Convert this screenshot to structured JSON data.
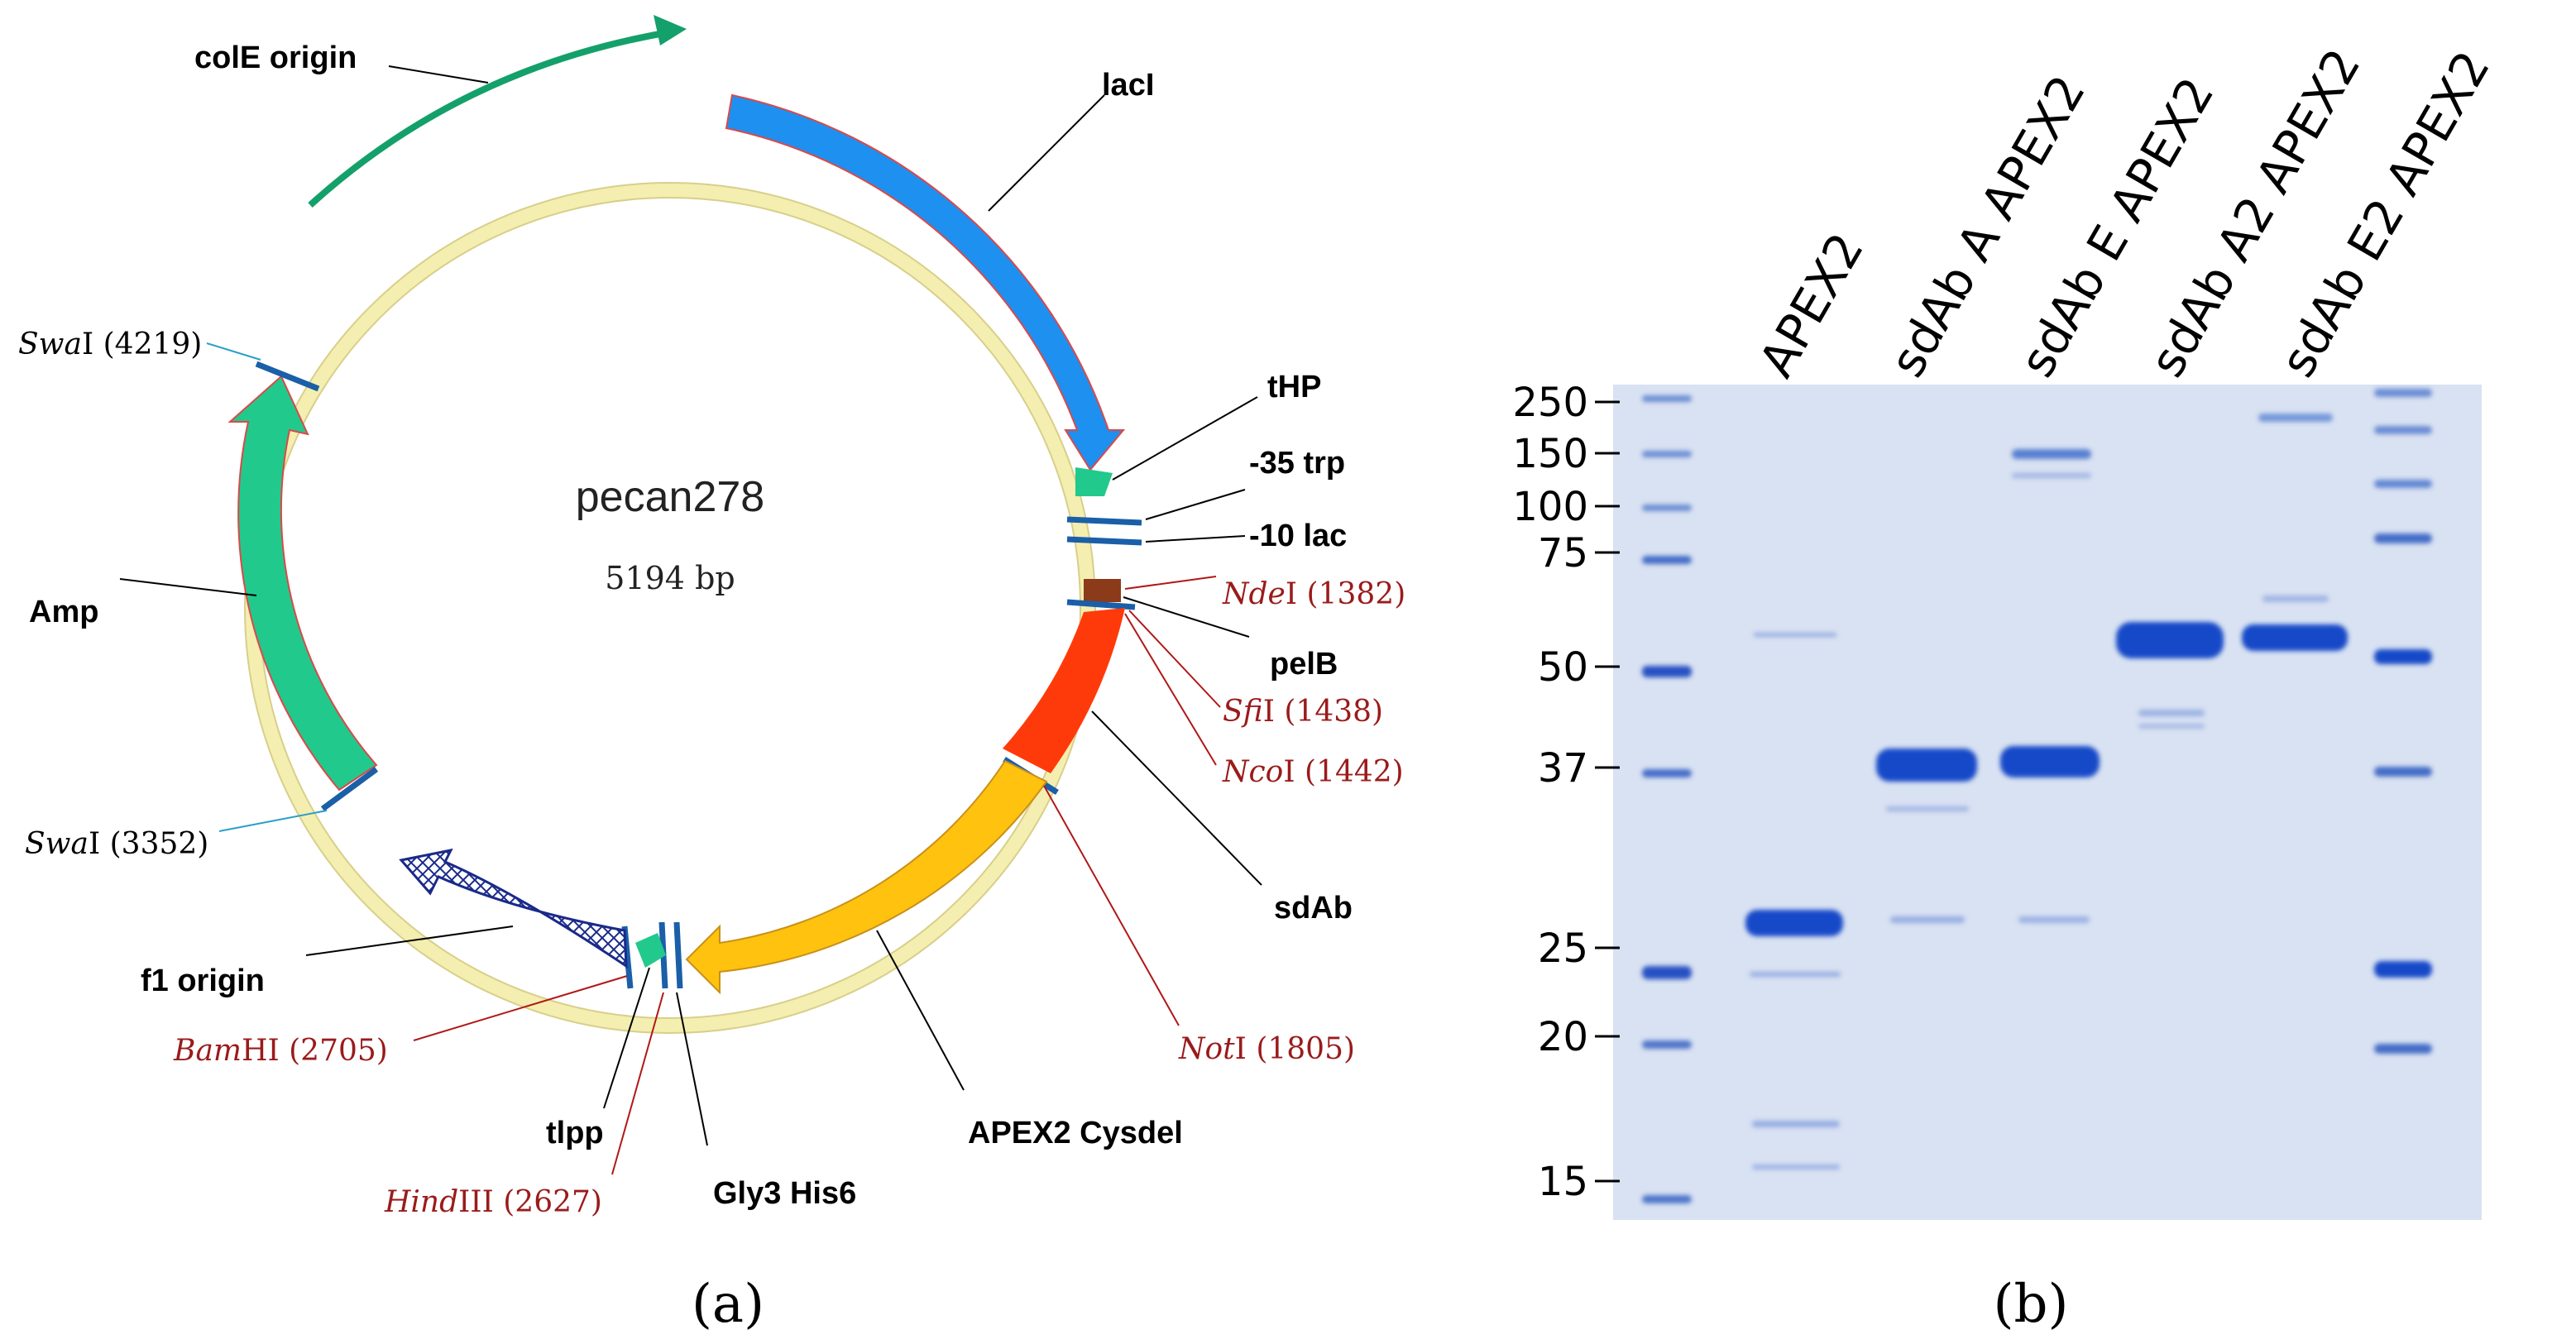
{
  "panel_a": {
    "caption": "(a)",
    "plasmid_name": "pecan278",
    "plasmid_size": "5194 bp",
    "features": {
      "colE": "colE origin",
      "lacI": "lacI",
      "tHP": "tHP",
      "trp": "-35 trp",
      "lac": "-10 lac",
      "pelB": "pelB",
      "sdAb": "sdAb",
      "apex": "APEX2 Cysdel",
      "gly": "Gly3 His6",
      "tlpp": "tlpp",
      "f1": "f1 origin",
      "amp": "Amp"
    },
    "sites": {
      "swa1": {
        "enzyme": "Swa",
        "suffix": "I",
        "pos": " (4219)"
      },
      "swa2": {
        "enzyme": "Swa",
        "suffix": "I",
        "pos": " (3352)"
      },
      "nde": {
        "enzyme": "Nde",
        "suffix": "I",
        "pos": " (1382)"
      },
      "sfi": {
        "enzyme": "Sfi",
        "suffix": "I",
        "pos": " (1438)"
      },
      "nco": {
        "enzyme": "Nco",
        "suffix": "I",
        "pos": " (1442)"
      },
      "not": {
        "enzyme": "Not",
        "suffix": "I",
        "pos": " (1805)"
      },
      "bam": {
        "enzyme": "Bam",
        "suffix": "HI",
        "pos": " (2705)"
      },
      "hind": {
        "enzyme": "Hind",
        "suffix": "III",
        "pos": " (2627)"
      }
    },
    "colors": {
      "backbone": "#f7f3c0",
      "lacI": "#1e90f0",
      "sdAb": "#ff3a0a",
      "apex": "#ffc20e",
      "amp": "#22c98c",
      "colE": "#14a06a",
      "pelB": "#8b3a1a",
      "promoter_tick": "#1a5fa8"
    }
  },
  "panel_b": {
    "caption": "(b)",
    "lanes": [
      "APEX2",
      "sdAb A APEX2",
      "sdAb E APEX2",
      "sdAb A2 APEX2",
      "sdAb E2 APEX2"
    ],
    "markers": [
      "250",
      "150",
      "100",
      "75",
      "50",
      "37",
      "25",
      "20",
      "15"
    ],
    "colors": {
      "gel": "#dfe7f5",
      "band": "#1848c8"
    }
  }
}
